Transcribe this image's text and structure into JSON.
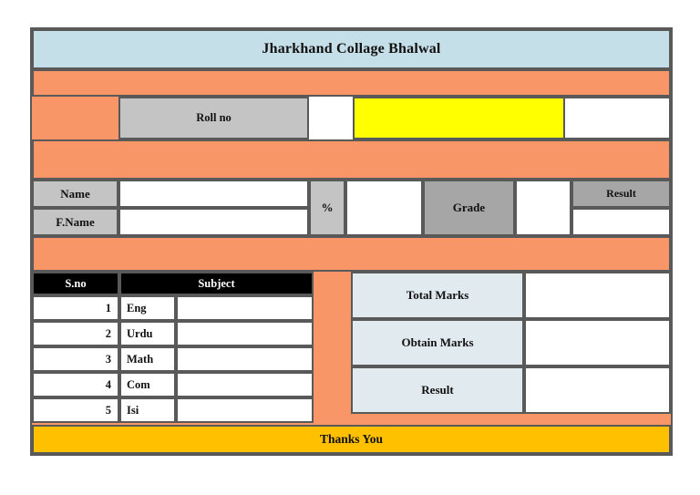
{
  "document": {
    "title": "Jharkhand Collage Bhalwal",
    "footer_text": "Thanks You"
  },
  "roll": {
    "label": "Roll no",
    "value": ""
  },
  "student": {
    "name_label": "Name",
    "name_value": "",
    "father_name_label": "F.Name",
    "father_name_value": "",
    "percent_label": "%",
    "percent_value": "",
    "grade_label": "Grade",
    "grade_value": "",
    "result_label": "Result",
    "result_value": ""
  },
  "subject_table": {
    "headers": [
      "S.no",
      "Subject"
    ],
    "rows": [
      {
        "sno": "1",
        "subject": "Eng",
        "marks": ""
      },
      {
        "sno": "2",
        "subject": "Urdu",
        "marks": ""
      },
      {
        "sno": "3",
        "subject": "Math",
        "marks": ""
      },
      {
        "sno": "4",
        "subject": "Com",
        "marks": ""
      },
      {
        "sno": "5",
        "subject": "Isi",
        "marks": ""
      }
    ]
  },
  "summary": {
    "rows": [
      {
        "label": "Total Marks",
        "value": ""
      },
      {
        "label": "Obtain Marks",
        "value": ""
      },
      {
        "label": "Result",
        "value": ""
      }
    ]
  },
  "colors": {
    "title_band": "#C5DFE8",
    "accent_orange": "#F89667",
    "highlight_yellow": "#FFFF00",
    "label_gray": "#C4C4C4",
    "grade_gray": "#A6A6A6",
    "panel_blue": "#E1EAEF",
    "header_black": "#000000",
    "footer_amber": "#FFC000",
    "border_gray": "#595959"
  }
}
